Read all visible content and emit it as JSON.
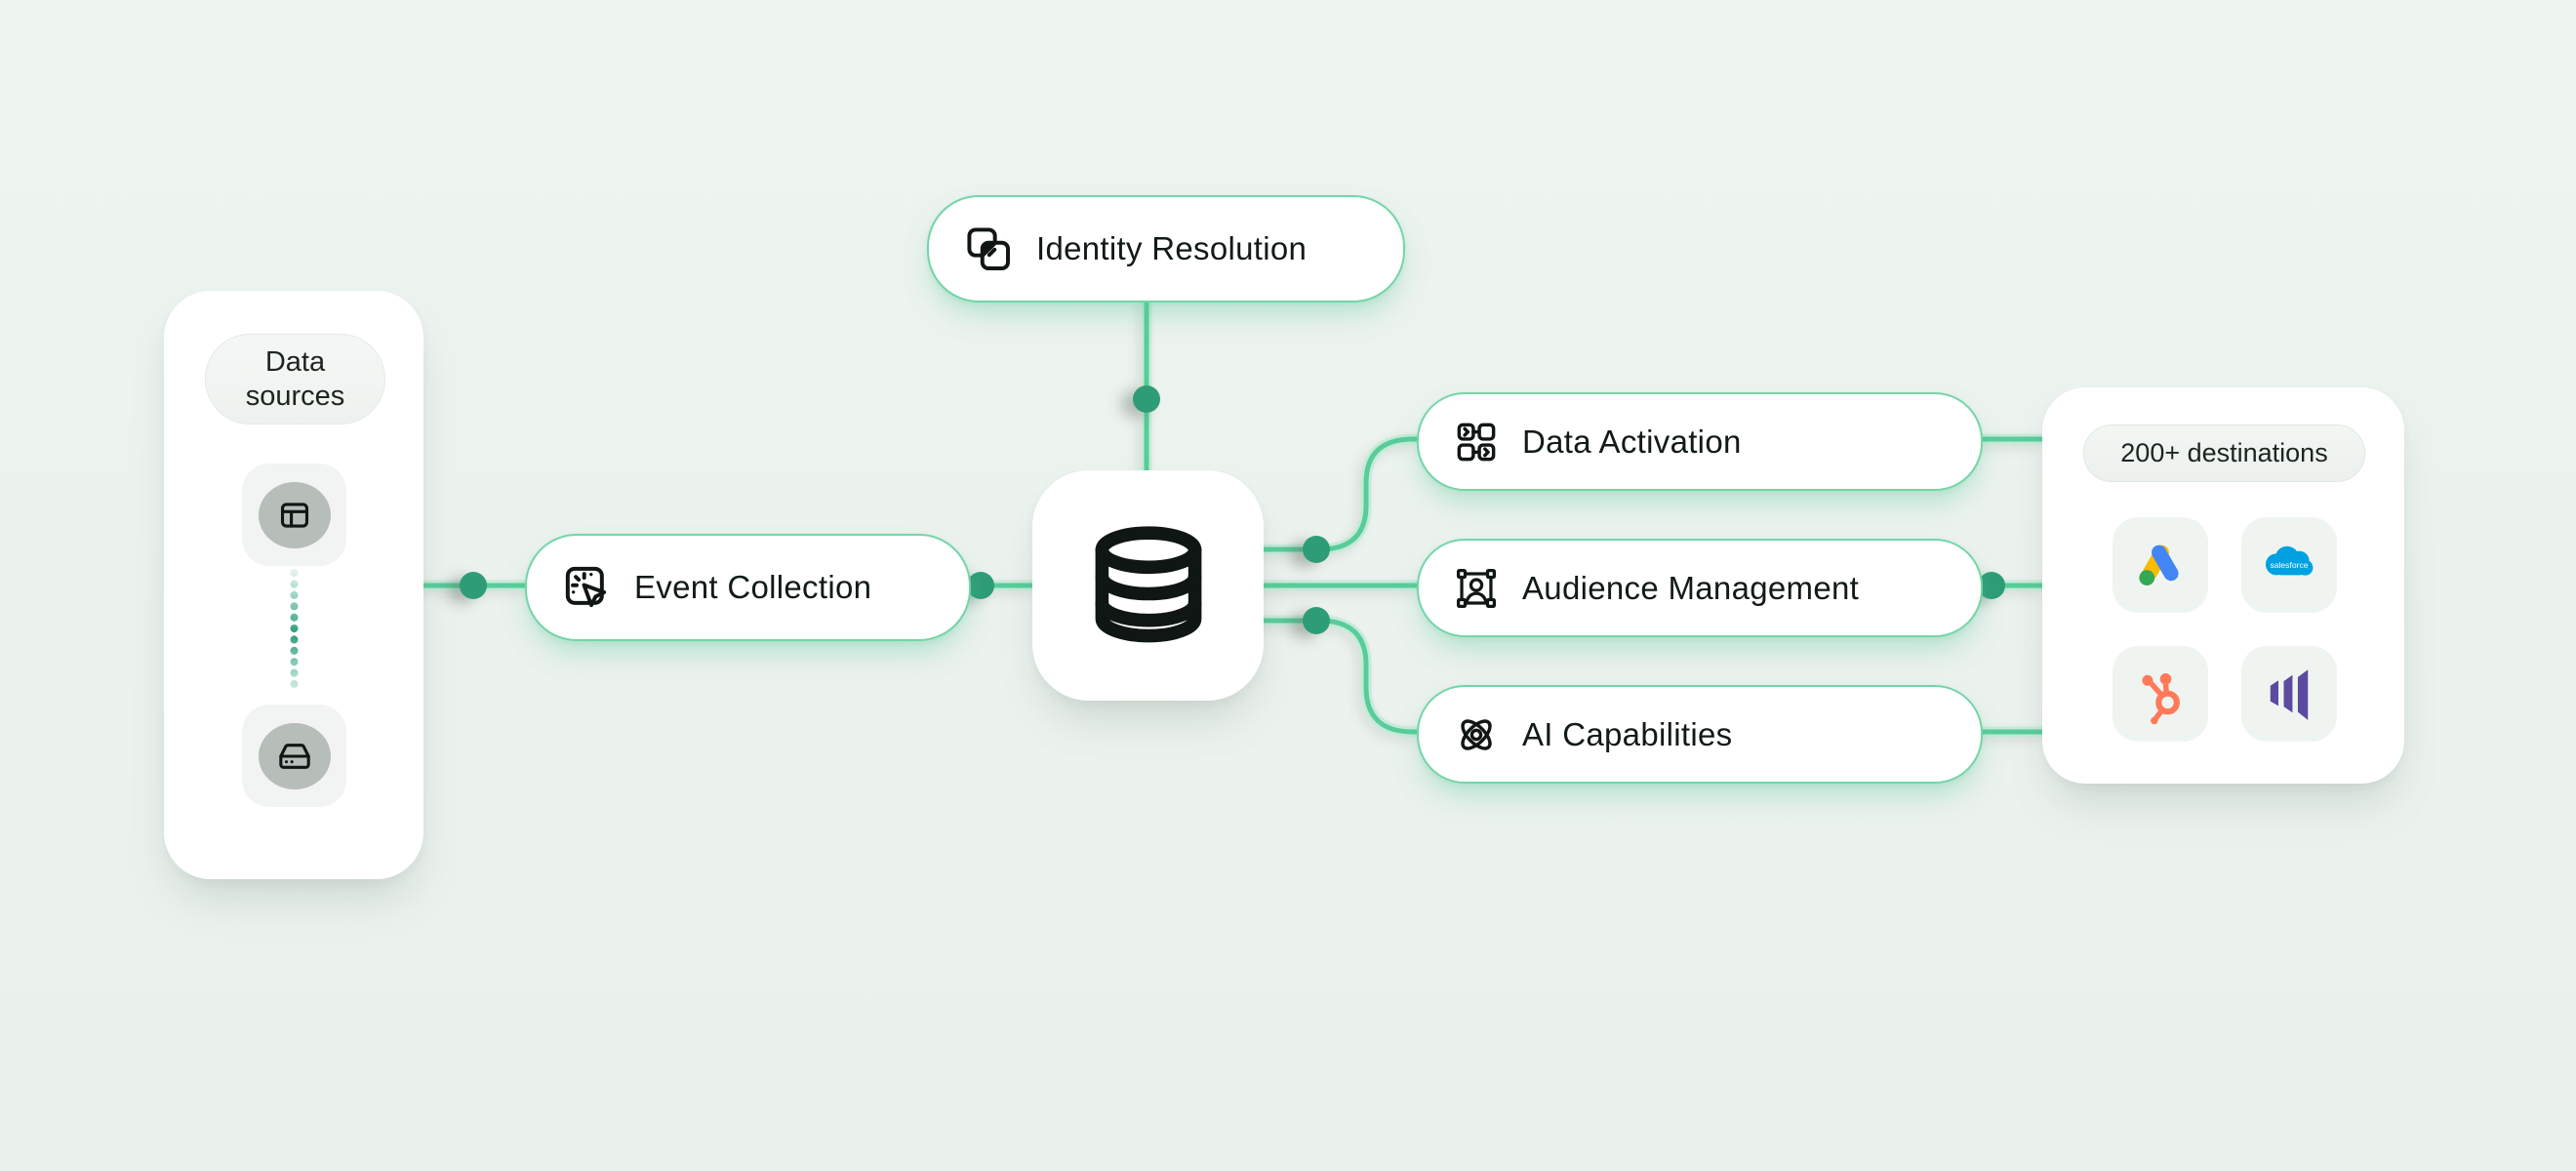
{
  "background": "#ecf2ee",
  "colors": {
    "connector_line_green": "#58cc9a",
    "connector_dot_green": "#2d9c77",
    "pill_border_green": "#74d5a7",
    "icon_black": "#101613",
    "google_ads": [
      "#FBBC04",
      "#4285F4",
      "#34A853"
    ],
    "salesforce_blue": "#00A1E0",
    "hubspot_orange": "#FF7A59",
    "marketo_purple": "#5B4AA0"
  },
  "data_sources": {
    "label": "Data sources",
    "icons": [
      "browser-window-icon",
      "hard-drive-icon"
    ]
  },
  "nodes": {
    "event_collection": {
      "label": "Event Collection",
      "icon": "cursor-click-icon"
    },
    "identity_resolution": {
      "label": "Identity Resolution",
      "icon": "overlapping-squares-icon"
    },
    "database": {
      "icon": "database-icon"
    },
    "data_activation": {
      "label": "Data Activation",
      "icon": "connected-blocks-icon"
    },
    "audience_management": {
      "label": "Audience Management",
      "icon": "person-selection-icon"
    },
    "ai_capabilities": {
      "label": "AI Capabilities",
      "icon": "atom-icon"
    }
  },
  "destinations": {
    "label": "200+ destinations",
    "logos": [
      "google-ads",
      "salesforce",
      "hubspot",
      "marketo"
    ]
  }
}
